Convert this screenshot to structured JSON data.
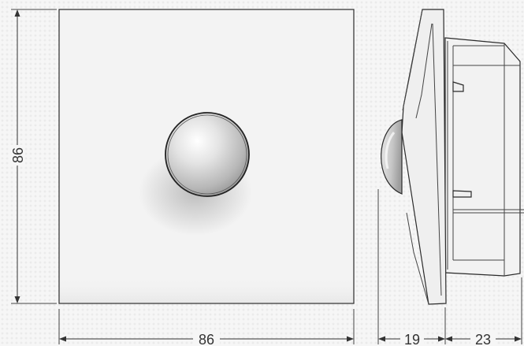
{
  "dimensions": {
    "front_height": "86",
    "front_width": "86",
    "side_depth_front": "19",
    "side_depth_back": "23"
  }
}
